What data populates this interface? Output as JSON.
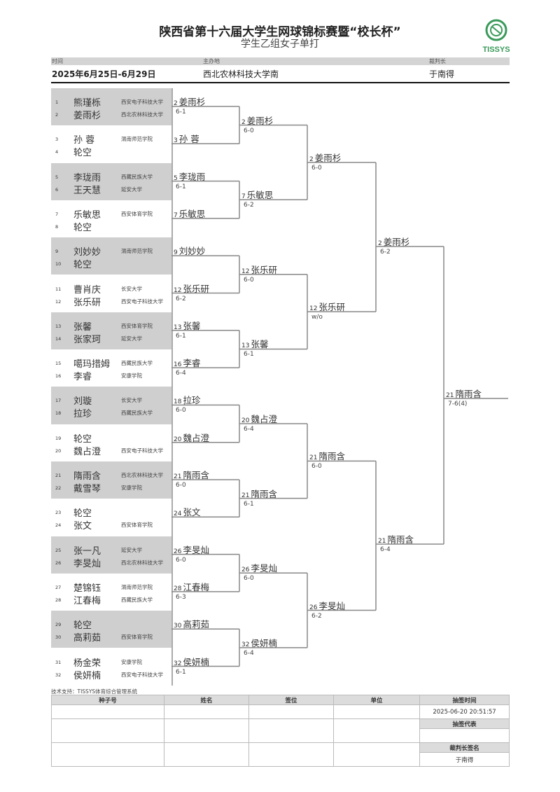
{
  "header": {
    "title": "陕西省第十六届大学生网球锦标赛暨“校长杯”",
    "subtitle": "学生乙组女子单打",
    "logo_text": "TISSYS",
    "time_label": "时间",
    "time_value": "2025年6月25日-6月29日",
    "venue_label": "主办地",
    "venue_value": "西北农林科技大学南",
    "referee_label": "裁判长",
    "referee_value": "于南得"
  },
  "draw": [
    {
      "pos": "1",
      "name": "熊瑾栎",
      "unit": "西安电子科技大学"
    },
    {
      "pos": "2",
      "name": "姜雨杉",
      "unit": "西北农林科技大学"
    },
    {
      "pos": "3",
      "name": "孙 蓉",
      "unit": "渭南师范学院"
    },
    {
      "pos": "4",
      "name": "轮空",
      "unit": ""
    },
    {
      "pos": "5",
      "name": "李珑雨",
      "unit": "西藏民族大学"
    },
    {
      "pos": "6",
      "name": "王天慧",
      "unit": "延安大学"
    },
    {
      "pos": "7",
      "name": "乐敏思",
      "unit": "西安体育学院"
    },
    {
      "pos": "8",
      "name": "轮空",
      "unit": ""
    },
    {
      "pos": "9",
      "name": "刘妙妙",
      "unit": "渭南师范学院"
    },
    {
      "pos": "10",
      "name": "轮空",
      "unit": ""
    },
    {
      "pos": "11",
      "name": "曹肖庆",
      "unit": "长安大学"
    },
    {
      "pos": "12",
      "name": "张乐研",
      "unit": "西安电子科技大学"
    },
    {
      "pos": "13",
      "name": "张馨",
      "unit": "西安体育学院"
    },
    {
      "pos": "14",
      "name": "张家珂",
      "unit": "延安大学"
    },
    {
      "pos": "15",
      "name": "噶玛措姆",
      "unit": "西藏民族大学"
    },
    {
      "pos": "16",
      "name": "李睿",
      "unit": "安康学院"
    },
    {
      "pos": "17",
      "name": "刘璇",
      "unit": "长安大学"
    },
    {
      "pos": "18",
      "name": "拉珍",
      "unit": "西藏民族大学"
    },
    {
      "pos": "19",
      "name": "轮空",
      "unit": ""
    },
    {
      "pos": "20",
      "name": "魏占澄",
      "unit": "西安电子科技大学"
    },
    {
      "pos": "21",
      "name": "隋雨含",
      "unit": "西北农林科技大学"
    },
    {
      "pos": "22",
      "name": "戴雪琴",
      "unit": "安康学院"
    },
    {
      "pos": "23",
      "name": "轮空",
      "unit": ""
    },
    {
      "pos": "24",
      "name": "张文",
      "unit": "西安体育学院"
    },
    {
      "pos": "25",
      "name": "张一凡",
      "unit": "延安大学"
    },
    {
      "pos": "26",
      "name": "李旻灿",
      "unit": "西北农林科技大学"
    },
    {
      "pos": "27",
      "name": "楚锦钰",
      "unit": "渭南师范学院"
    },
    {
      "pos": "28",
      "name": "江春梅",
      "unit": "西藏民族大学"
    },
    {
      "pos": "29",
      "name": "轮空",
      "unit": ""
    },
    {
      "pos": "30",
      "name": "高莉茹",
      "unit": "西安体育学院"
    },
    {
      "pos": "31",
      "name": "杨金荣",
      "unit": "安康学院"
    },
    {
      "pos": "32",
      "name": "侯妍楠",
      "unit": "西安电子科技大学"
    }
  ],
  "rounds": [
    [
      {
        "seed": "2",
        "name": "姜雨杉",
        "score": "6-1"
      },
      {
        "seed": "3",
        "name": "孙 蓉",
        "score": ""
      },
      {
        "seed": "5",
        "name": "李珑雨",
        "score": "6-1"
      },
      {
        "seed": "7",
        "name": "乐敏思",
        "score": ""
      },
      {
        "seed": "9",
        "name": "刘妙妙",
        "score": ""
      },
      {
        "seed": "12",
        "name": "张乐研",
        "score": "6-2"
      },
      {
        "seed": "13",
        "name": "张馨",
        "score": "6-1"
      },
      {
        "seed": "16",
        "name": "李睿",
        "score": "6-4"
      },
      {
        "seed": "18",
        "name": "拉珍",
        "score": "6-0"
      },
      {
        "seed": "20",
        "name": "魏占澄",
        "score": ""
      },
      {
        "seed": "21",
        "name": "隋雨含",
        "score": "6-0"
      },
      {
        "seed": "24",
        "name": "张文",
        "score": ""
      },
      {
        "seed": "26",
        "name": "李旻灿",
        "score": "6-0"
      },
      {
        "seed": "28",
        "name": "江春梅",
        "score": "6-3"
      },
      {
        "seed": "30",
        "name": "高莉茹",
        "score": ""
      },
      {
        "seed": "32",
        "name": "侯妍楠",
        "score": "6-1"
      }
    ],
    [
      {
        "seed": "2",
        "name": "姜雨杉",
        "score": "6-0"
      },
      {
        "seed": "7",
        "name": "乐敏思",
        "score": "6-2"
      },
      {
        "seed": "12",
        "name": "张乐研",
        "score": "6-0"
      },
      {
        "seed": "13",
        "name": "张馨",
        "score": "6-1"
      },
      {
        "seed": "20",
        "name": "魏占澄",
        "score": "6-4"
      },
      {
        "seed": "21",
        "name": "隋雨含",
        "score": "6-1"
      },
      {
        "seed": "26",
        "name": "李旻灿",
        "score": "6-0"
      },
      {
        "seed": "32",
        "name": "侯妍楠",
        "score": "6-4"
      }
    ],
    [
      {
        "seed": "2",
        "name": "姜雨杉",
        "score": "6-0"
      },
      {
        "seed": "12",
        "name": "张乐研",
        "score": "w/o"
      },
      {
        "seed": "21",
        "name": "隋雨含",
        "score": "6-0"
      },
      {
        "seed": "26",
        "name": "李旻灿",
        "score": "6-2"
      }
    ],
    [
      {
        "seed": "2",
        "name": "姜雨杉",
        "score": "6-2"
      },
      {
        "seed": "21",
        "name": "隋雨含",
        "score": "6-4"
      }
    ],
    [
      {
        "seed": "21",
        "name": "隋雨含",
        "score": "7-6(4)"
      }
    ]
  ],
  "footer": {
    "tech_support": "技术支持：TISSYS体育综合管理系统",
    "col_seed": "种子号",
    "col_name": "姓名",
    "col_position": "签位",
    "col_unit": "单位",
    "draw_time_label": "抽签时间",
    "draw_time_value": "2025-06-20 20:51:57",
    "draw_rep_label": "抽签代表",
    "referee_sign_label": "裁判长签名",
    "referee_sign_value": "于南得"
  }
}
